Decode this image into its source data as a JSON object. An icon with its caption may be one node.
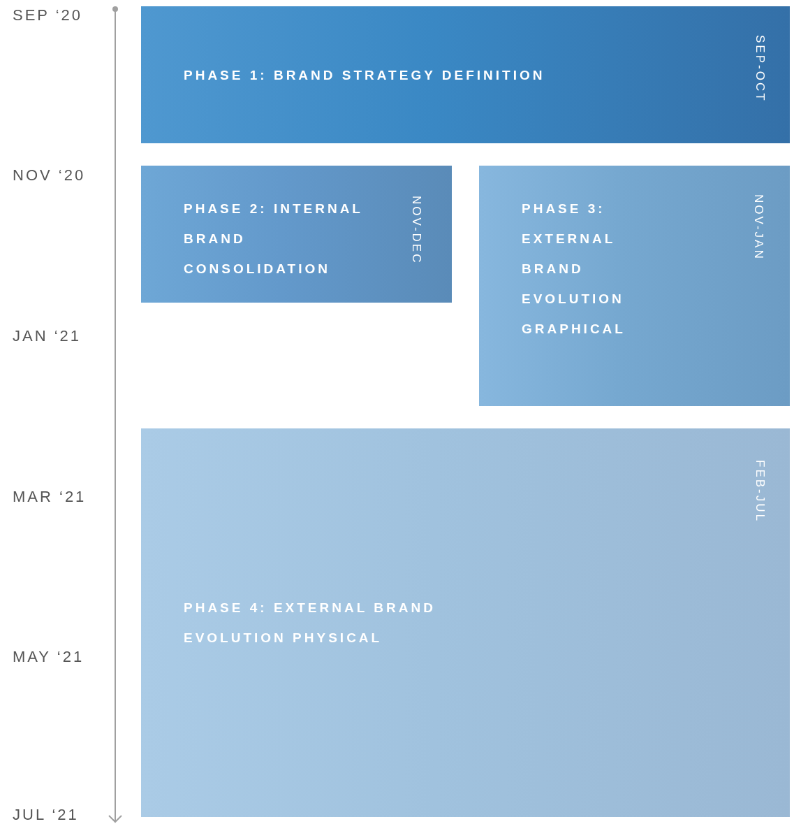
{
  "diagram": {
    "nodes": [
      {
        "text": [
          "PHASE 1: BRAND STRATEGY DEFINITION",
          "SEP-OCT"
        ]
      },
      {
        "text": [
          "PHASE 2: INTERNAL BRAND CONSOLIDATION",
          "NOV-DEC"
        ]
      },
      {
        "text": [
          "PHASE 3: EXTERNAL BRAND EVOLUTION GRAPHICAL",
          "NOV-JAN"
        ]
      },
      {
        "text": [
          "PHASE 4: EXTERNAL BRAND EVOLUTION PHYSICAL",
          "FEB-JUL"
        ]
      }
    ],
    "labels": [
      "SEP ‘20",
      "NOV ‘20",
      "JAN ‘21",
      "MAR ‘21",
      "MAY ‘21",
      "JUL ‘21"
    ]
  }
}
